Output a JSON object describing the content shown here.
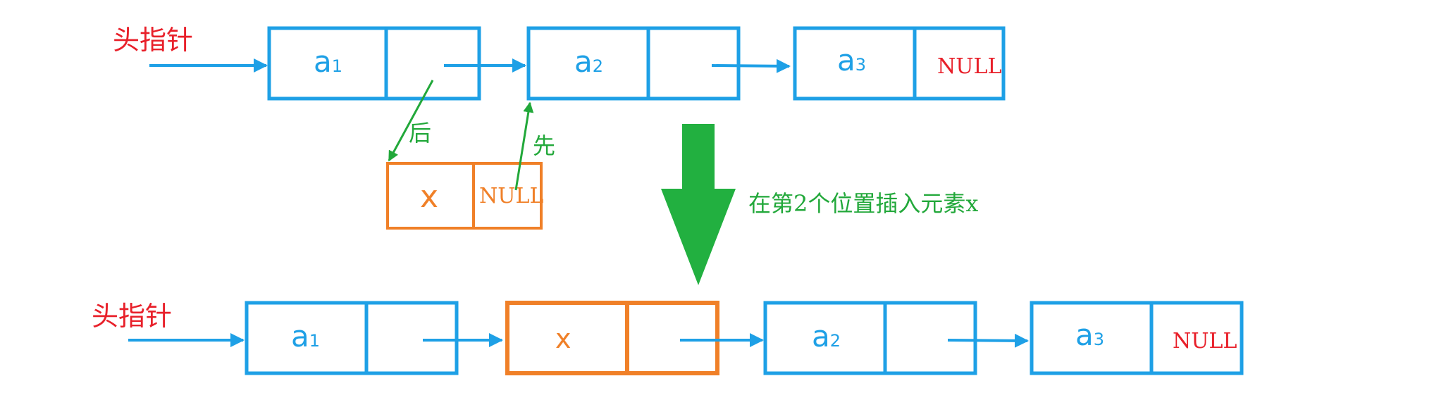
{
  "colors": {
    "blue": "#1ea0e6",
    "orange": "#f08028",
    "red": "#e8202a",
    "green": "#22a83a"
  },
  "top": {
    "head_label": "头指针",
    "nodes": [
      {
        "data": "a",
        "sub": "1",
        "next": ""
      },
      {
        "data": "a",
        "sub": "2",
        "next": ""
      },
      {
        "data": "a",
        "sub": "3",
        "next": "NULL"
      }
    ],
    "new_node": {
      "data": "x",
      "next": "NULL"
    },
    "step_after": "后",
    "step_first": "先"
  },
  "caption": "在第2个位置插入元素x",
  "bottom": {
    "head_label": "头指针",
    "nodes": [
      {
        "data": "a",
        "sub": "1",
        "next": ""
      },
      {
        "data": "x",
        "sub": "",
        "next": ""
      },
      {
        "data": "a",
        "sub": "2",
        "next": ""
      },
      {
        "data": "a",
        "sub": "3",
        "next": "NULL"
      }
    ]
  }
}
